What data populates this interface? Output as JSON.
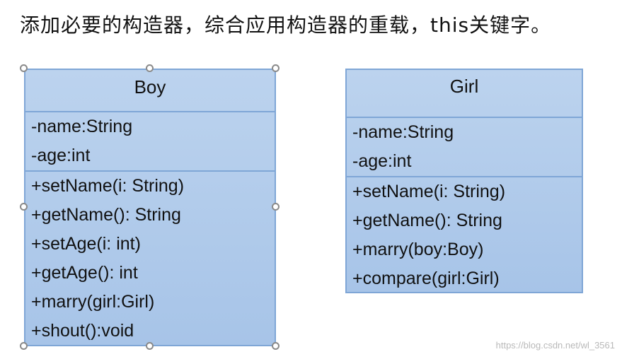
{
  "heading": "添加必要的构造器，综合应用构造器的重载，this关键字。",
  "classes": {
    "boy": {
      "name": "Boy",
      "fields": [
        "-name:String",
        "-age:int"
      ],
      "methods": [
        "+setName(i: String)",
        "+getName(): String",
        "+setAge(i: int)",
        "+getAge(): int",
        "+marry(girl:Girl)",
        "+shout():void"
      ]
    },
    "girl": {
      "name": "Girl",
      "fields": [
        "-name:String",
        "-age:int"
      ],
      "methods": [
        "+setName(i: String)",
        "+getName(): String",
        "+marry(boy:Boy)",
        "+compare(girl:Girl)"
      ]
    }
  },
  "watermark": "https://blog.csdn.net/wl_3561",
  "colors": {
    "box_fill": "#b3cdec",
    "box_border": "#7fa6d6"
  }
}
